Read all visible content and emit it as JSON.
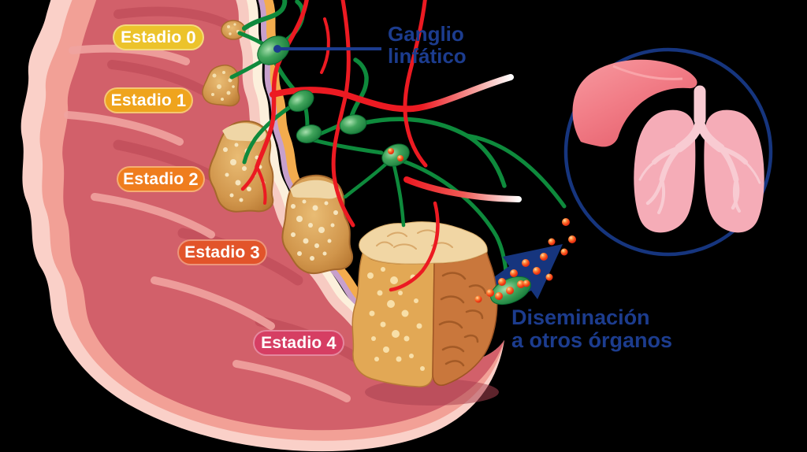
{
  "stages": [
    {
      "label": "Estadio",
      "number": "0",
      "badge_color": "#ECC32B"
    },
    {
      "label": "Estadio",
      "number": "1",
      "badge_color": "#EFA41D"
    },
    {
      "label": "Estadio",
      "number": "2",
      "badge_color": "#EF7D1E"
    },
    {
      "label": "Estadio",
      "number": "3",
      "badge_color": "#E2542A"
    },
    {
      "label": "Estadio",
      "number": "4",
      "badge_color": "#D63E63"
    }
  ],
  "annotations": {
    "lymph_node": {
      "line1": "Ganglio",
      "line2": "linfático",
      "text_color": "#1C3C8E"
    },
    "dissemination": {
      "line1": "Diseminación",
      "line2": "a otros órganos",
      "text_color": "#1C3C8E"
    }
  },
  "illustration": {
    "colors": {
      "background": "#000000",
      "lymph_vessel": "#0E8A3C",
      "lymph_node": "#0A6B2F",
      "blood_vessel": "#EC1A22",
      "cancer_cells": "#F23A14",
      "metastasis_arrow": "#16357E",
      "organs_circle_outline": "#16357E",
      "liver": "#F17C86",
      "lungs": "#F5ACB7",
      "bronchi": "#F8CBD2",
      "colon_outer_layer": "#FAD0C8",
      "colon_middle_layer": "#F2A096",
      "colon_inner_wall": "#D2606A",
      "mucosa_band_pink": "#F7CBC2",
      "mucosa_band_cream": "#FCF0DC",
      "mucosa_band_lavender": "#C7A0CC",
      "mucosa_band_orange": "#F3AC4E",
      "tumor": "#D1964C",
      "tumor_top_face": "#F1D6A4",
      "tumor_dark_face": "#C9773C"
    },
    "icons": [
      "liver-icon",
      "lungs-icon",
      "lymph-node-icon",
      "metastasis-arrow-icon",
      "cancer-cell-dot-icon",
      "organs-circle-icon"
    ]
  }
}
